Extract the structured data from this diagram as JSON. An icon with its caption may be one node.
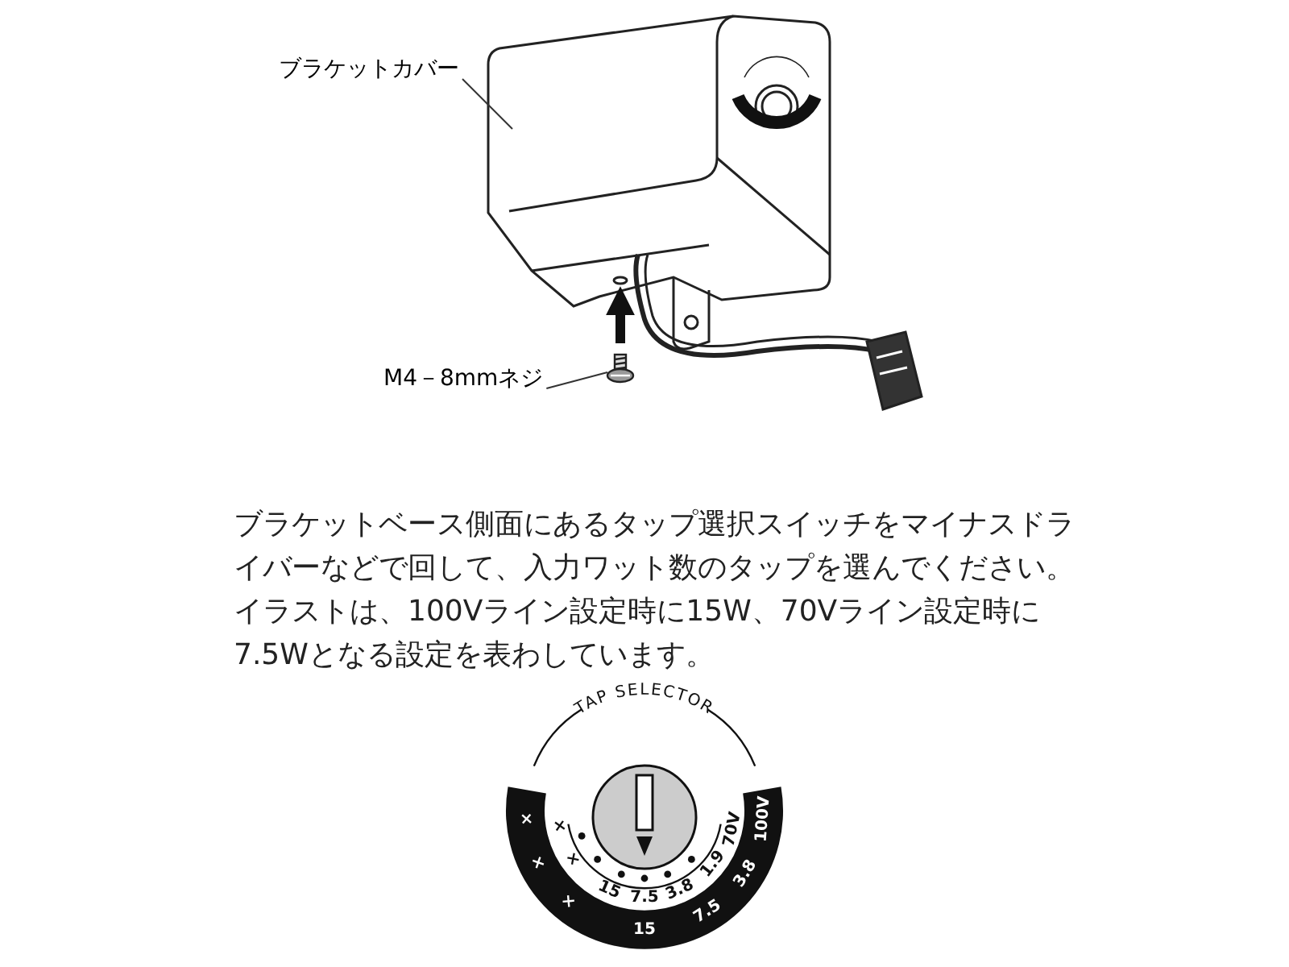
{
  "diagram": {
    "nodes": [
      {
        "text": [
          "ブラケットカバー"
        ]
      },
      {
        "text": [],
        "shape": "picture"
      },
      {
        "text": [
          "M4－8mmネジ"
        ]
      },
      {
        "text": [],
        "shape": "picture"
      }
    ],
    "edges": [
      {
        "from": 0,
        "to": 1,
        "arrow": "none"
      },
      {
        "from": 2,
        "to": 3,
        "arrow": "none"
      }
    ],
    "labels": [
      "ブラケットベース側面にあるタップ選択スイッチをマイナスドライバーなどで回して、入力ワット数のタップを選んでください。イラストは、100Vライン設定時に15W、70Vライン設定時に7.5Wとなる設定を表わしています。",
      "TAP SELECTOR",
      "×",
      "×",
      "×",
      "15",
      "7.5",
      "3.8",
      "100V",
      "×",
      "×",
      "15",
      "7.5",
      "3.8",
      "1.9",
      "70V"
    ]
  }
}
